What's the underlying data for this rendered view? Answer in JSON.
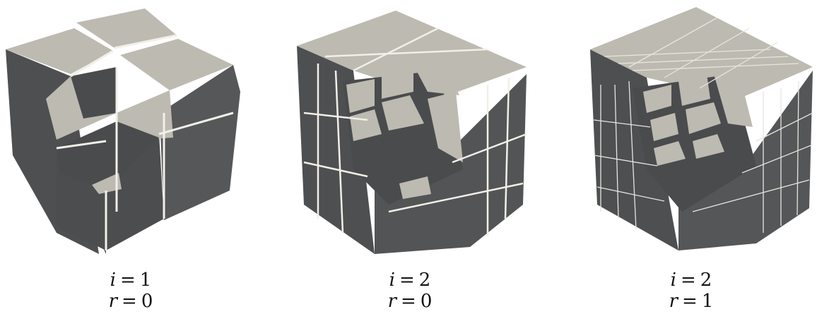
{
  "figures": [
    {
      "name": "cube-i1-r0",
      "caption": {
        "i_var": "i",
        "i_val": "1",
        "r_var": "r",
        "r_val": "0"
      }
    },
    {
      "name": "cube-i2-r0",
      "caption": {
        "i_var": "i",
        "i_val": "2",
        "r_var": "r",
        "r_val": "0"
      }
    },
    {
      "name": "cube-i2-r1",
      "caption": {
        "i_var": "i",
        "i_val": "2",
        "r_var": "r",
        "r_val": "1"
      }
    }
  ],
  "colors": {
    "top_face": "#bdbab1",
    "dark_face": "#4a4b4d",
    "side_face": "#58595b",
    "gap": "#f2efe8",
    "background": "#ffffff"
  }
}
